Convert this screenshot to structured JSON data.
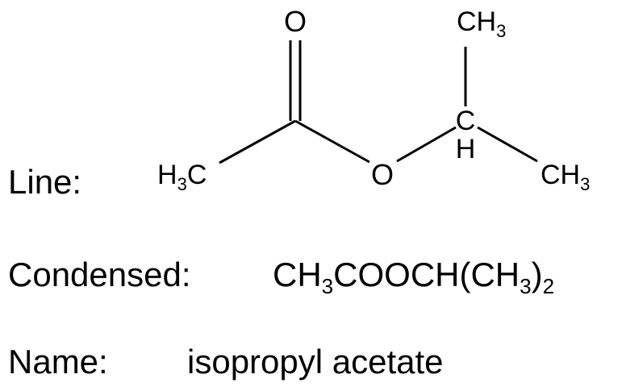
{
  "labels": {
    "line": "Line:",
    "condensed": "Condensed:",
    "name": "Name:"
  },
  "structure": {
    "oxygen_carbonyl": "O",
    "oxygen_ester": "O",
    "methyl_left": {
      "main": "H",
      "sub": "3",
      "tail": "C"
    },
    "ch_carbon": "C",
    "ch_hydrogen": "H",
    "methyl_top": {
      "main": "CH",
      "sub": "3"
    },
    "methyl_right": {
      "main": "CH",
      "sub": "3"
    }
  },
  "condensed_formula": {
    "p1": "CH",
    "s1": "3",
    "p2": "COOCH(CH",
    "s2": "3",
    "p3": ")",
    "s3": "2"
  },
  "compound_name": "isopropyl acetate"
}
